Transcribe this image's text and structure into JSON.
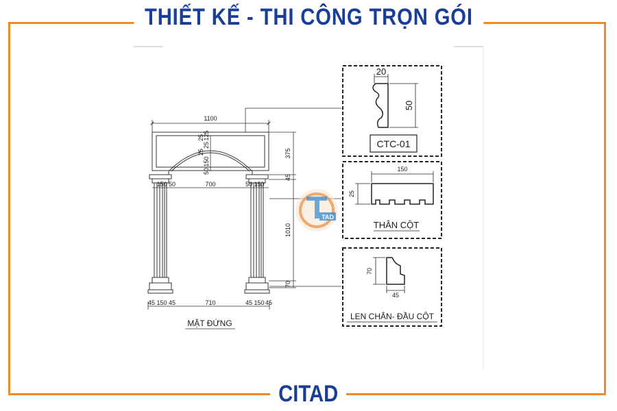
{
  "header": {
    "title": "THIẾT KẾ - THI CÔNG TRỌN GÓI"
  },
  "footer": {
    "brand": "CITAD"
  },
  "colors": {
    "frame": "#f18a2a",
    "brand_blue": "#1a3d96",
    "logo_orange": "#e98a3a",
    "logo_blue": "#3b8fd3"
  },
  "logo": {
    "text": "TAD"
  },
  "elevation": {
    "caption": "MẶT ĐỨNG",
    "dims": {
      "overall_width": "1100",
      "frame_top": "25",
      "arch_1": "25",
      "arch_2": "125",
      "arch_3": "25",
      "arch_4": "150",
      "arch_5": "50",
      "height_top": "375",
      "cap_height": "45",
      "left_col": "150",
      "left_gap": "50",
      "opening": "700",
      "right_gap": "50",
      "right_col": "150",
      "shaft_height": "1010",
      "base_height": "70",
      "b_left_a": "45",
      "b_left_col": "150",
      "b_left_b": "45",
      "b_opening": "710",
      "b_right_a": "45",
      "b_right_col": "150",
      "b_right_b": "45"
    }
  },
  "details": {
    "ctc": {
      "label": "CTC-01",
      "width": "20",
      "height": "50"
    },
    "than_cot": {
      "label": "THÂN CỘT",
      "width": "150",
      "height": "25"
    },
    "len_chan": {
      "label": "LEN CHÂN- ĐẦU CỘT",
      "width": "45",
      "height": "70"
    }
  }
}
